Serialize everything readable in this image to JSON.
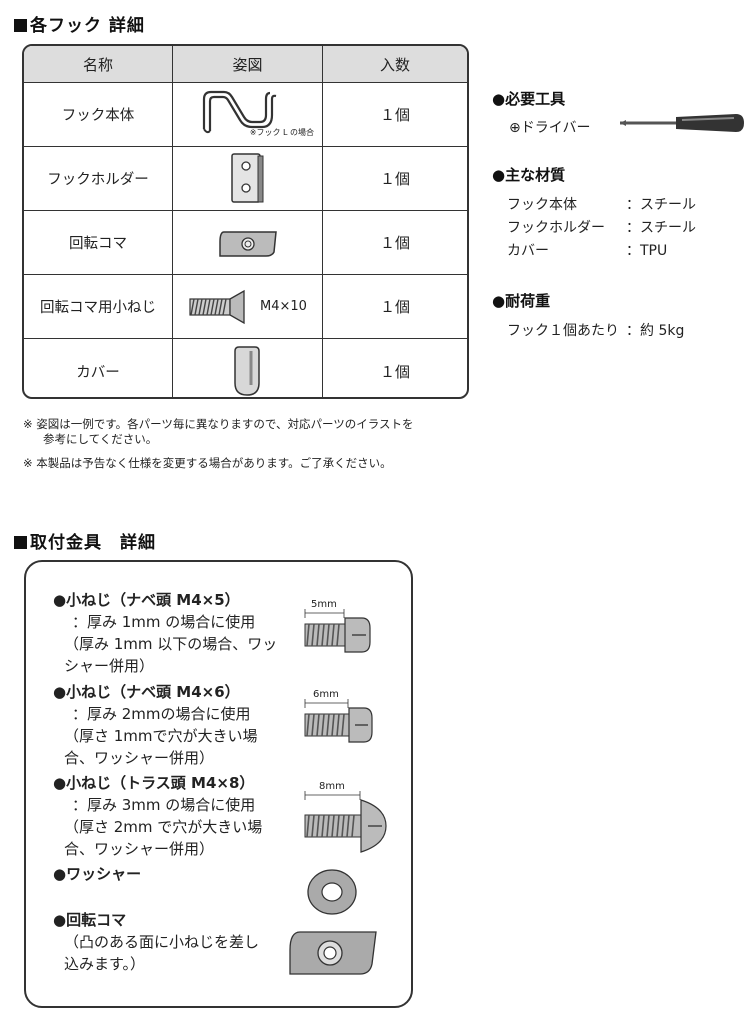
{
  "section1": {
    "title": "各フック 詳細"
  },
  "table": {
    "headers": [
      "名称",
      "姿図",
      "入数"
    ],
    "rows": [
      {
        "name": "フック本体",
        "qty": "１個"
      },
      {
        "name": "フックホルダー",
        "qty": "１個"
      },
      {
        "name": "回転コマ",
        "qty": "１個"
      },
      {
        "name": "回転コマ用小ねじ",
        "qty": "１個",
        "figure_label": "M4×10"
      },
      {
        "name": "カバー",
        "qty": "１個"
      }
    ],
    "hook_note": "※フック L の場合"
  },
  "notes": [
    "※ 姿図は一例です。各パーツ毎に異なりますので、対応パーツのイラストを",
    "参考にしてください。",
    "※ 本製品は予告なく仕様を変更する場合があります。ご了承ください。"
  ],
  "tools": {
    "heading": "●必要工具",
    "item": "⊕ドライバー"
  },
  "materials": {
    "heading": "●主な材質",
    "rows": [
      {
        "label": "フック本体",
        "value": "：スチール"
      },
      {
        "label": "フックホルダー",
        "value": "：スチール"
      },
      {
        "label": "カバー",
        "value": "：TPU"
      }
    ]
  },
  "load": {
    "heading": "●耐荷重",
    "label": "フック１個あたり",
    "value": "：約 5kg"
  },
  "section2": {
    "title": "取付金具　詳細"
  },
  "fittings": [
    {
      "heading": "●小ねじ（ナベ頭 M4×5）",
      "lines": [
        "：厚み 1mm の場合に使用",
        "（厚み 1mm 以下の場合、ワッ",
        "シャー併用）"
      ],
      "dim": "5mm"
    },
    {
      "heading": "●小ねじ（ナベ頭 M4×6）",
      "lines": [
        "：厚み 2mmの場合に使用",
        "（厚さ 1mmで穴が大きい場",
        "合、ワッシャー併用）"
      ],
      "dim": "6mm"
    },
    {
      "heading": "●小ねじ（トラス頭 M4×8）",
      "lines": [
        "：厚み 3mm の場合に使用",
        "（厚さ 2mm で穴が大きい場",
        "合、ワッシャー併用）"
      ],
      "dim": "8mm"
    },
    {
      "heading": "●ワッシャー",
      "lines": []
    },
    {
      "heading": "●回転コマ",
      "lines": [
        "（凸のある面に小ねじを差し",
        "込みます。）"
      ]
    }
  ],
  "colors": {
    "header_bg": "#dddddd",
    "border": "#333333",
    "text": "#222222"
  }
}
